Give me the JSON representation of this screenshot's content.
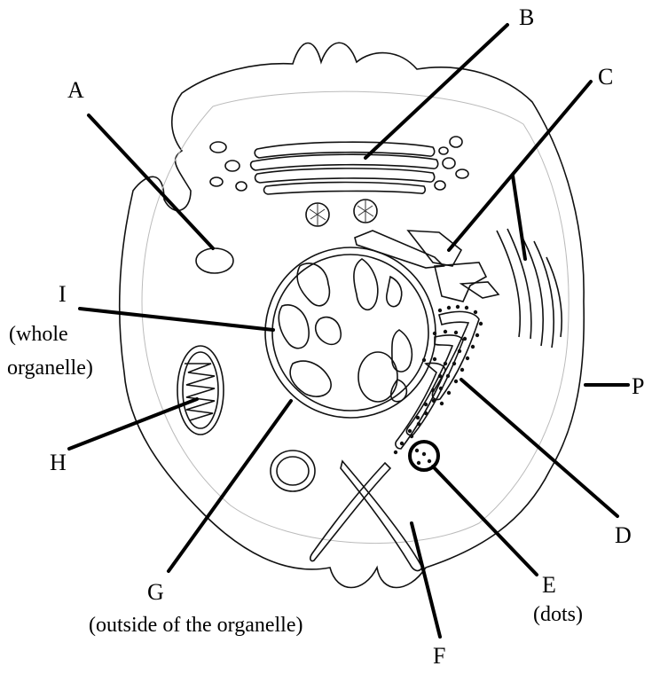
{
  "labels": {
    "A": "A",
    "B": "B",
    "C": "C",
    "D": "D",
    "E": "E",
    "E_sub": "(dots)",
    "F": "F",
    "G": "G",
    "G_sub": "(outside of the organelle)",
    "H": "H",
    "I": "I",
    "I_sub1": "(whole",
    "I_sub2": "organelle)",
    "P": "P"
  },
  "colors": {
    "ink": "#111111",
    "cell_fill": "#f2f2f2",
    "organelle_fill": "#e6e6e6",
    "background": "#ffffff"
  }
}
